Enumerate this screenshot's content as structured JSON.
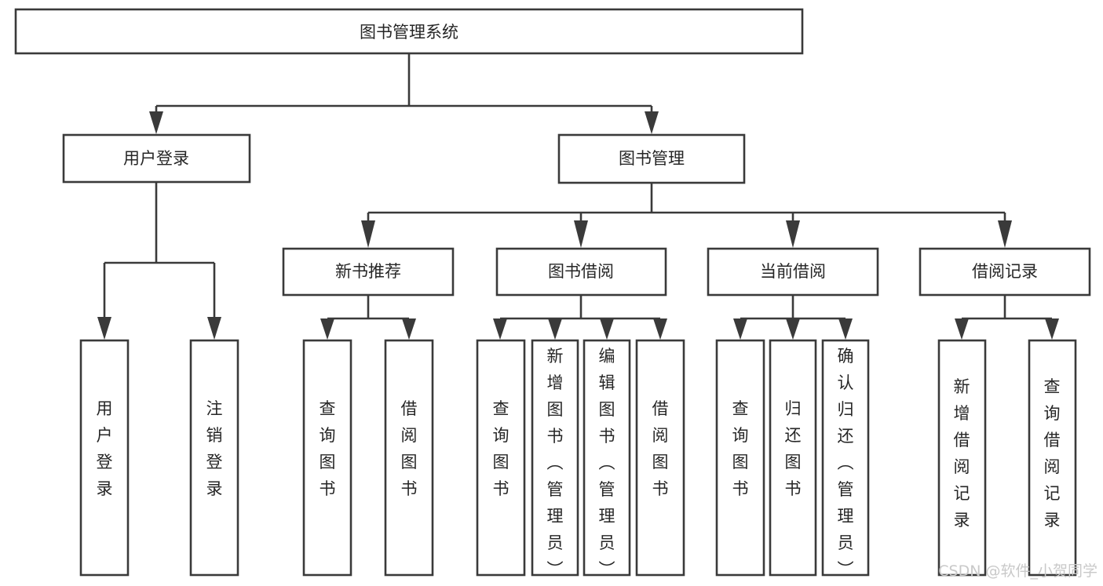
{
  "diagram": {
    "title_node": {
      "label": "图书管理系统"
    },
    "level2": [
      {
        "id": "user-login",
        "label": "用户登录"
      },
      {
        "id": "book-management",
        "label": "图书管理"
      }
    ],
    "level3": [
      {
        "id": "new-book-recommend",
        "label": "新书推荐",
        "parent": "book-management"
      },
      {
        "id": "book-borrow",
        "label": "图书借阅",
        "parent": "book-management"
      },
      {
        "id": "current-borrow",
        "label": "当前借阅",
        "parent": "book-management"
      },
      {
        "id": "borrow-record",
        "label": "借阅记录",
        "parent": "book-management"
      }
    ],
    "leaves": {
      "user-login": [
        {
          "id": "leaf-user-login",
          "label": "用户登录"
        },
        {
          "id": "leaf-user-logout",
          "label": "注销登录"
        }
      ],
      "new-book-recommend": [
        {
          "id": "leaf-query-book-1",
          "label": "查询图书"
        },
        {
          "id": "leaf-borrow-book-1",
          "label": "借阅图书"
        }
      ],
      "book-borrow": [
        {
          "id": "leaf-query-book-2",
          "label": "查询图书"
        },
        {
          "id": "leaf-add-book",
          "label": "新增图书（管理员）"
        },
        {
          "id": "leaf-edit-book",
          "label": "编辑图书（管理员）"
        },
        {
          "id": "leaf-borrow-book-2",
          "label": "借阅图书"
        }
      ],
      "current-borrow": [
        {
          "id": "leaf-query-book-3",
          "label": "查询图书"
        },
        {
          "id": "leaf-return-book",
          "label": "归还图书"
        },
        {
          "id": "leaf-confirm-return",
          "label": "确认归还（管理员）"
        }
      ],
      "borrow-record": [
        {
          "id": "leaf-add-record",
          "label": "新增借阅记录"
        },
        {
          "id": "leaf-query-record",
          "label": "查询借阅记录"
        }
      ]
    }
  },
  "watermark": {
    "text": "CSDN @软件_小贺同学"
  },
  "colors": {
    "stroke": "#3a3a3a",
    "box_fill": "#ffffff",
    "text": "#262626",
    "watermark": "#c9c9c9",
    "background": "#ffffff"
  }
}
